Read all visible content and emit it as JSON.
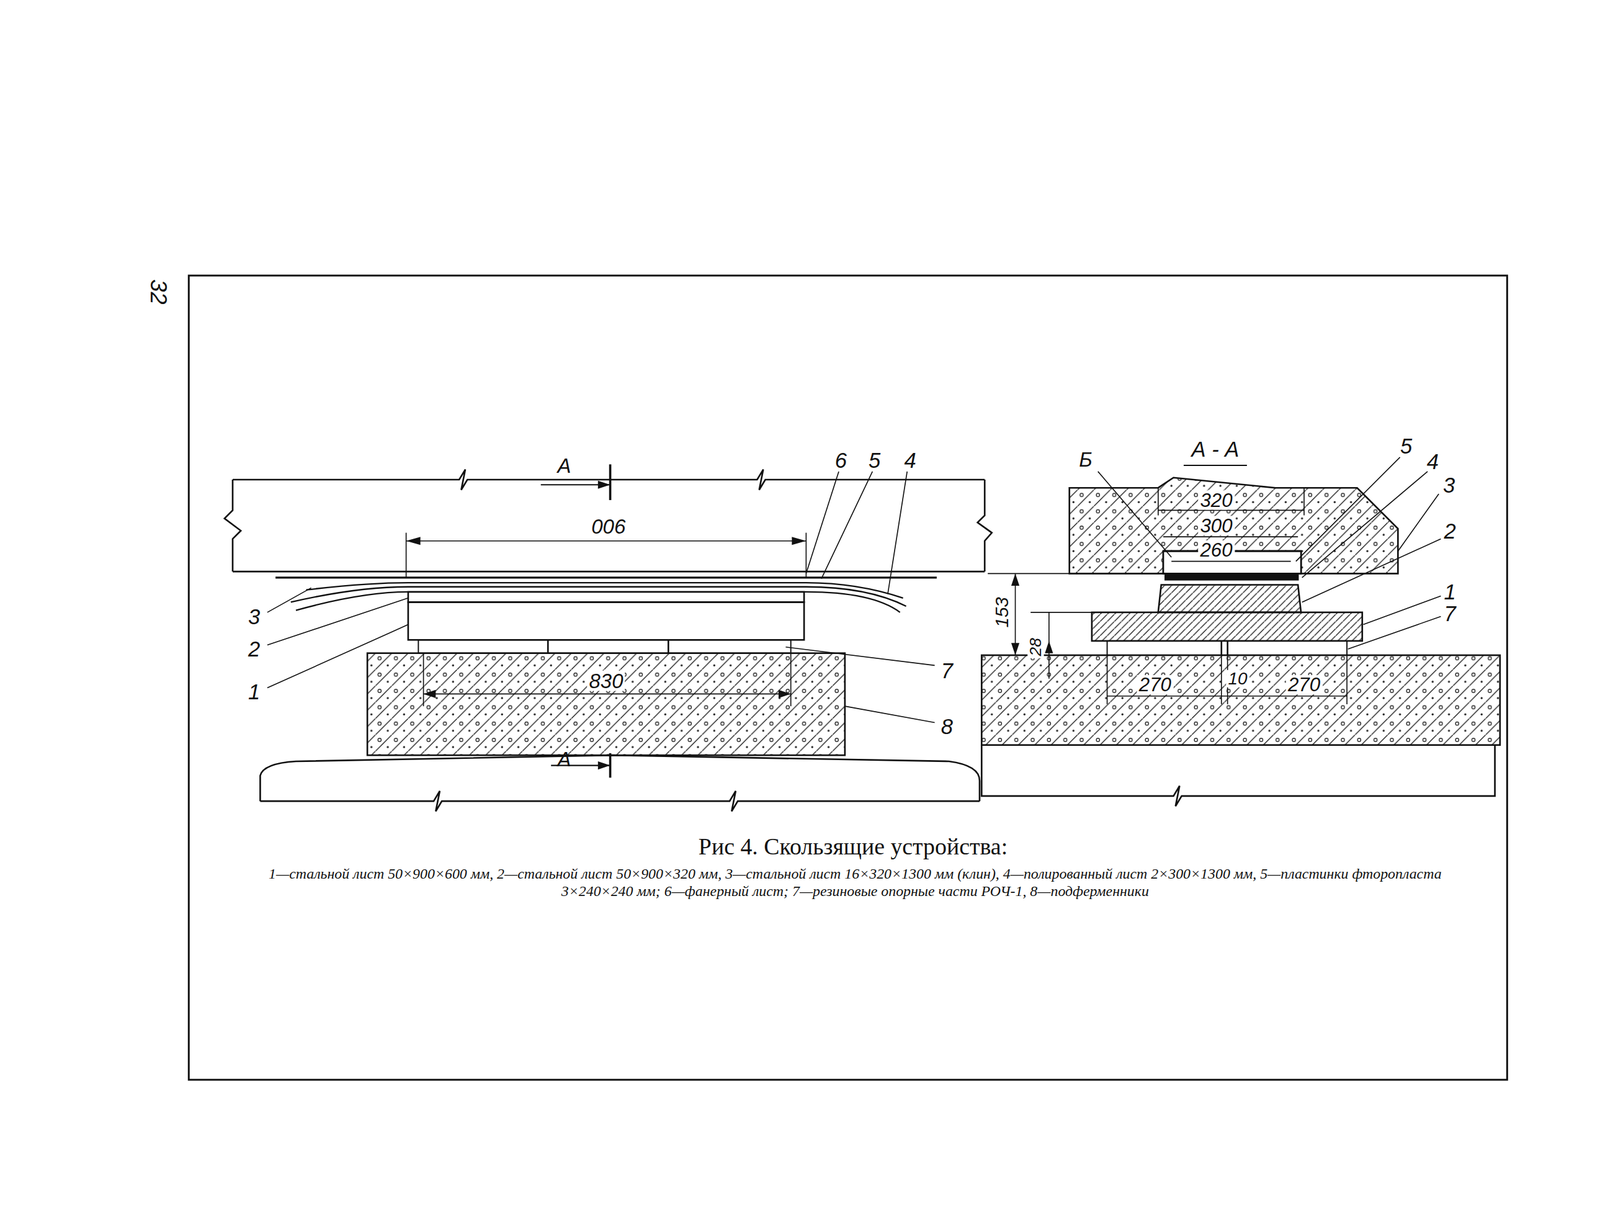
{
  "diagram": {
    "caption": "Рис 4. Скользящие устройства:",
    "labels": [
      "32",
      "А",
      "900",
      "6",
      "5",
      "4",
      "3",
      "2",
      "1",
      "7",
      "830",
      "8",
      "А",
      "А - А",
      "Б",
      "5",
      "4",
      "3",
      "320",
      "300",
      "260",
      "2",
      "153",
      "1",
      "28",
      "7",
      "270",
      "10",
      "270",
      "1—стальной лист 50×900×600 мм, 2—стальной лист 50×900×320 мм, 3—стальной лист 16×320×1300 мм (клин), 4—полированный лист 2×300×1300 мм, 5—пластинки фторопласта 3×240×240 мм; 6—фанерный лист; 7—резиновые опорные части РОЧ-1, 8—подферменники"
    ]
  }
}
